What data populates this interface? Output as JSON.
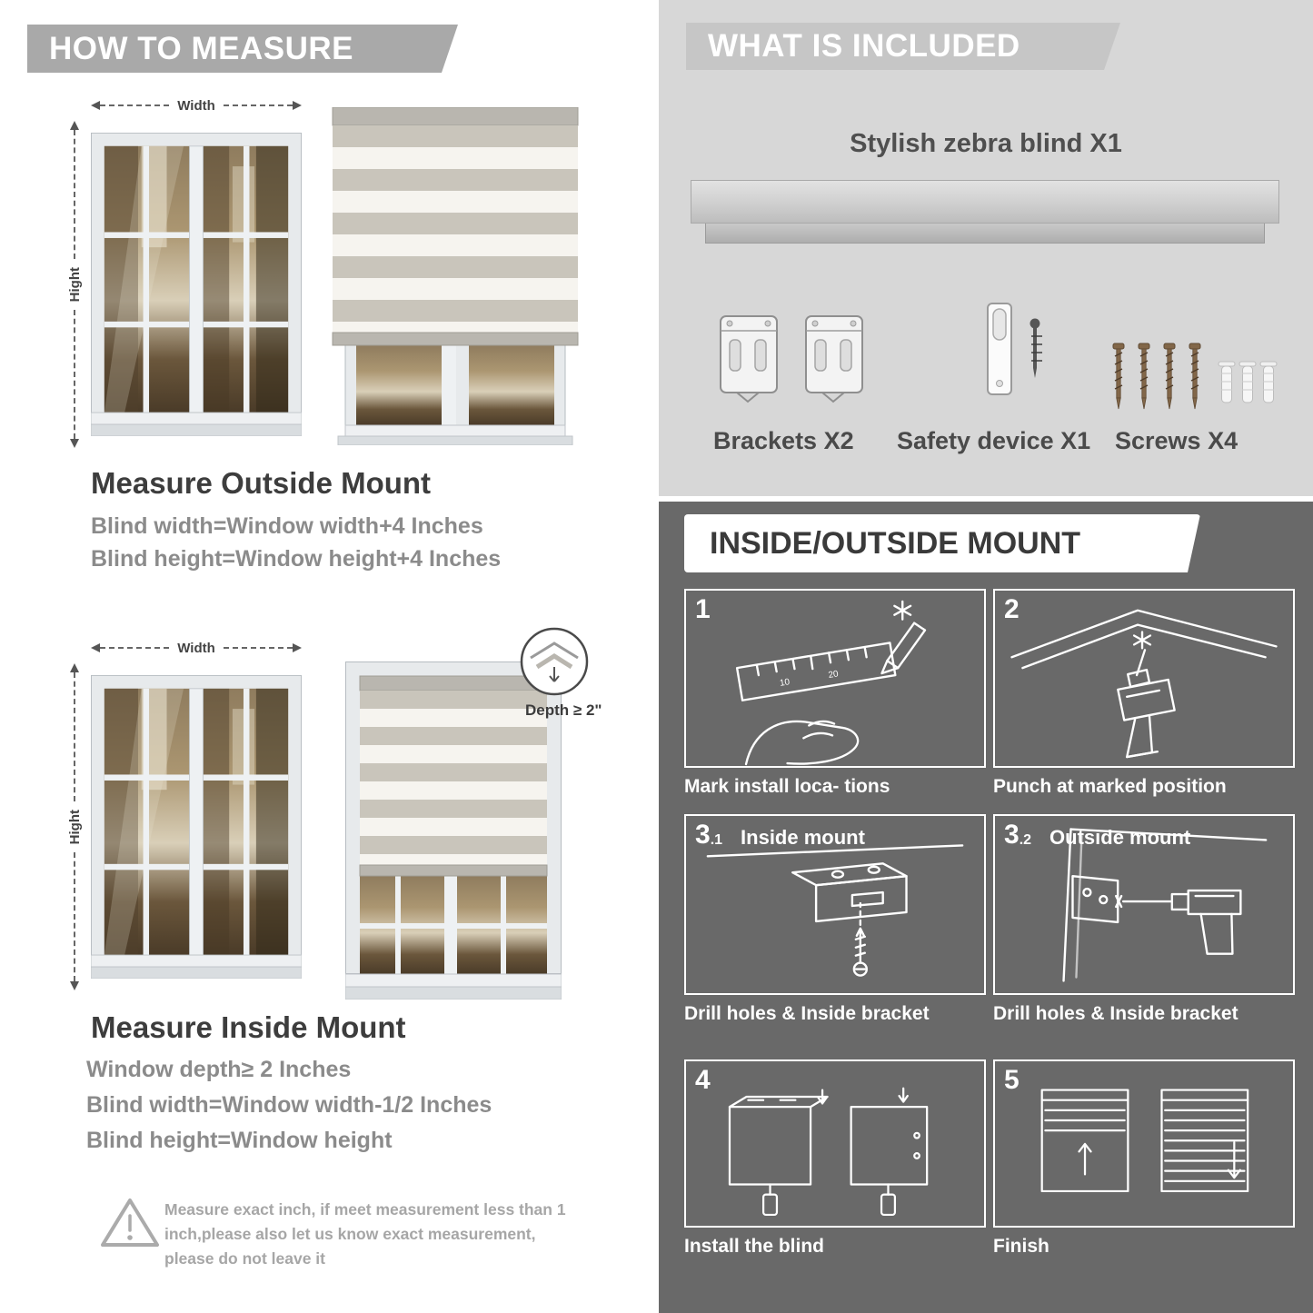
{
  "colors": {
    "banner_gray": "#a9a9a9",
    "included_bg": "#d7d7d7",
    "mount_bg": "#696969"
  },
  "measure": {
    "header": "HOW TO MEASURE",
    "width_label": "Width",
    "height_label": "Hight",
    "outside": {
      "title": "Measure Outside Mount",
      "lines": [
        "Blind width=Window width+4 Inches",
        "Blind height=Window height+4 Inches"
      ]
    },
    "inside": {
      "title": "Measure Inside Mount",
      "depth_callout": "Depth ≥ 2\"",
      "lines": [
        "Window depth≥ 2 Inches",
        "Blind width=Window width-1/2 Inches",
        "Blind height=Window height"
      ]
    },
    "warning": "Measure exact inch, if meet measurement less than 1 inch,please also let us know exact measurement, please do not leave it"
  },
  "included": {
    "header": "WHAT IS INCLUDED",
    "blind_label": "Stylish zebra blind X1",
    "items": [
      {
        "name": "brackets",
        "label": "Brackets X2"
      },
      {
        "name": "safety-device",
        "label": "Safety device X1"
      },
      {
        "name": "screws",
        "label": "Screws X4"
      }
    ]
  },
  "mount": {
    "header": "INSIDE/OUTSIDE MOUNT",
    "steps": [
      {
        "num": "1",
        "sub": "",
        "title": "",
        "caption": "Mark install loca- tions"
      },
      {
        "num": "2",
        "sub": "",
        "title": "",
        "caption": "Punch at  marked position"
      },
      {
        "num": "3",
        "sub": ".1",
        "title": "Inside mount",
        "caption": "Drill holes &  Inside bracket"
      },
      {
        "num": "3",
        "sub": ".2",
        "title": "Outside mount",
        "caption": "Drill holes &  Inside bracket"
      },
      {
        "num": "4",
        "sub": "",
        "title": "",
        "caption": "Install the blind"
      },
      {
        "num": "5",
        "sub": "",
        "title": "",
        "caption": "Finish"
      }
    ]
  }
}
